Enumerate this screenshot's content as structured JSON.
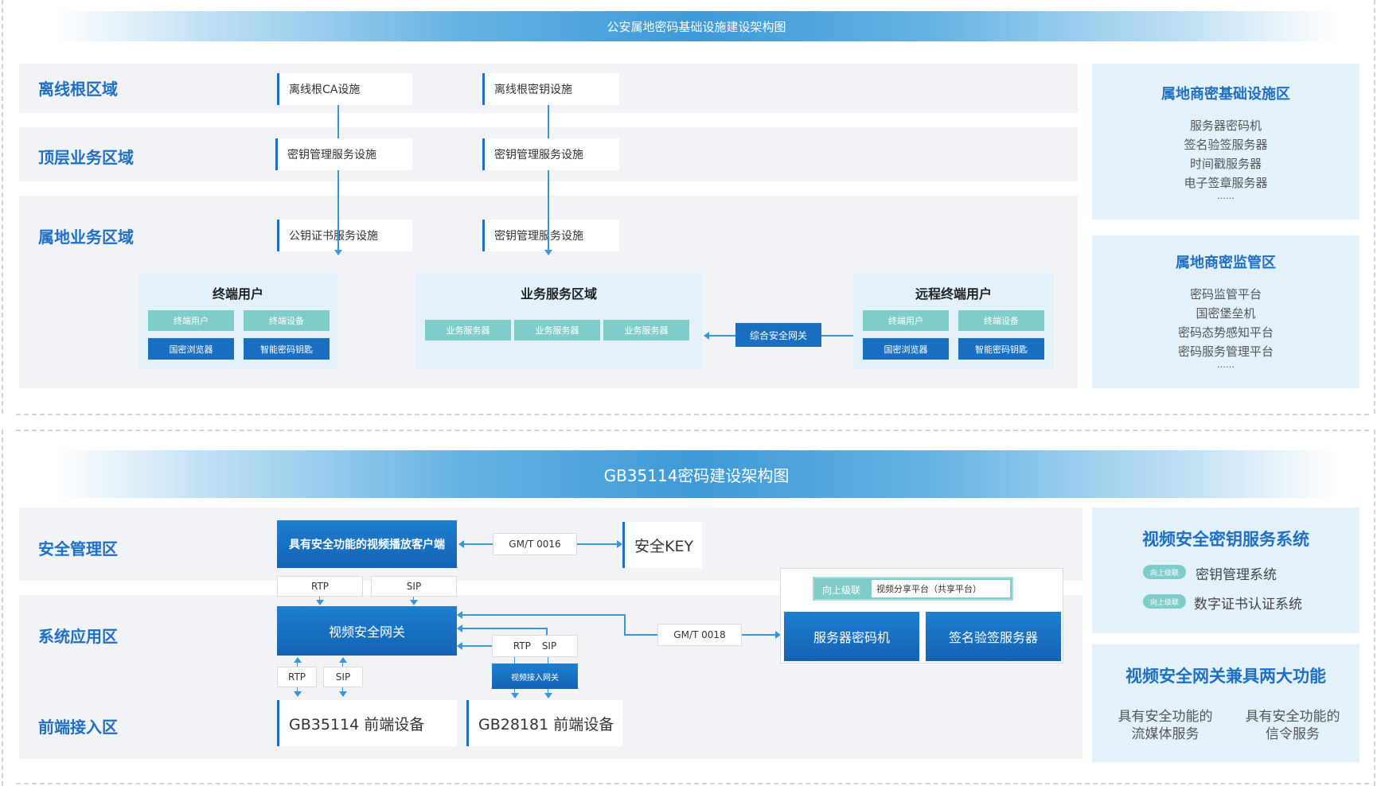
{
  "top": {
    "banner_title": "公安属地密码基础设施建设架构图",
    "regions": {
      "offline_root": "离线根区域",
      "top_business": "顶层业务区域",
      "local_business": "属地业务区域"
    },
    "facilities": {
      "offline_root_ca": "离线根CA设施",
      "offline_root_key": "离线根密钥设施",
      "top_key_mgmt_1": "密钥管理服务设施",
      "top_key_mgmt_2": "密钥管理服务设施",
      "public_key_cert": "公钥证书服务设施",
      "local_key_mgmt": "密钥管理服务设施"
    },
    "terminal_users": {
      "title": "终端用户",
      "chips": [
        "终端用户",
        "终端设备"
      ],
      "blue_chips": [
        "国密浏览器",
        "智能密码钥匙"
      ]
    },
    "business_service": {
      "title": "业务服务区域",
      "chips": [
        "业务服务器",
        "业务服务器",
        "业务服务器"
      ]
    },
    "gateway": "综合安全网关",
    "remote_users": {
      "title": "远程终端用户",
      "chips": [
        "终端用户",
        "终端设备"
      ],
      "blue_chips": [
        "国密浏览器",
        "智能密码钥匙"
      ]
    },
    "infra_panel": {
      "title": "属地商密基础设施区",
      "items": [
        "服务器密码机",
        "签名验签服务器",
        "时间戳服务器",
        "电子签章服务器",
        "……"
      ]
    },
    "supervision_panel": {
      "title": "属地商密监管区",
      "items": [
        "密码监管平台",
        "国密堡垒机",
        "密码态势感知平台",
        "密码服务管理平台",
        "……"
      ]
    }
  },
  "bottom": {
    "banner_title": "GB35114密码建设架构图",
    "regions": {
      "security_mgmt": "安全管理区",
      "system_app": "系统应用区",
      "frontend": "前端接入区"
    },
    "video_client": "具有安全功能的视频播放客户端",
    "gm_t_0016": "GM/T 0016",
    "security_key": "安全KEY",
    "rtp_top": "RTP",
    "sip_top": "SIP",
    "video_gateway": "视频安全网关",
    "rtp_mid": "RTP",
    "sip_mid": "SIP",
    "video_access_gateway": "视频接入网关",
    "gm_t_0018": "GM/T 0018",
    "upward_cascade": "向上级联",
    "video_share_platform": "视频分享平台（共享平台）",
    "server_crypto": "服务器密码机",
    "sign_verify_server": "签名验签服务器",
    "rtp_low": "RTP",
    "sip_low": "SIP",
    "gb35114_device": "GB35114 前端设备",
    "gb28181_device": "GB28181 前端设备",
    "key_service_panel": {
      "title": "视频安全密钥服务系统",
      "badge1": "向上级联",
      "item1": "密钥管理系统",
      "badge2": "向上级联",
      "item2": "数字证书认证系统"
    },
    "gateway_functions_panel": {
      "title": "视频安全网关兼具两大功能",
      "func1_line1": "具有安全功能的",
      "func1_line2": "流媒体服务",
      "func2_line1": "具有安全功能的",
      "func2_line2": "信令服务"
    }
  }
}
